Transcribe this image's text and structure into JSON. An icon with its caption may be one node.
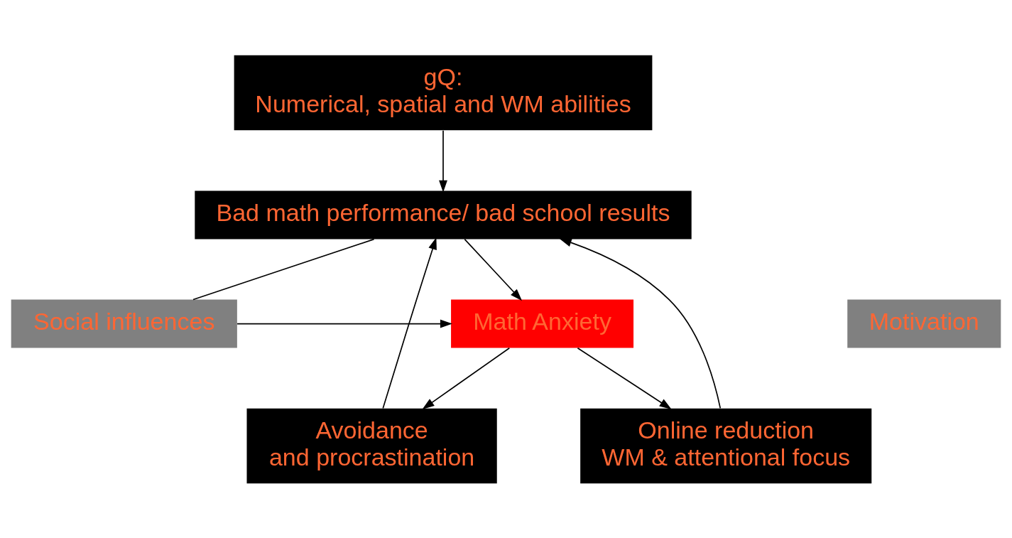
{
  "diagram": {
    "nodes": [
      {
        "text": [
          "gQ: Numerical, spatial and WM abilities"
        ]
      },
      {
        "text": [
          "Bad math performance/ bad school results"
        ]
      },
      {
        "text": [
          "Motivation"
        ]
      },
      {
        "text": [
          "Math Anxiety"
        ]
      },
      {
        "text": [
          "Social influences"
        ]
      },
      {
        "text": [
          "Avoidance and procrastination"
        ]
      },
      {
        "text": [
          "Online reduction WM & attentional focus"
        ]
      }
    ],
    "edges": [
      {
        "from": 0,
        "to": 1,
        "arrow": "to"
      },
      {
        "from": 1,
        "to": 3,
        "arrow": "to"
      },
      {
        "from": 4,
        "to": 3,
        "arrow": "to"
      },
      {
        "from": 3,
        "to": 5,
        "arrow": "to"
      },
      {
        "from": 3,
        "to": 6,
        "arrow": "to"
      },
      {
        "from": 5,
        "to": 1,
        "arrow": "to"
      },
      {
        "from": 6,
        "to": 1,
        "arrow": "to"
      },
      {
        "from": 4,
        "to": 1,
        "arrow": "none"
      }
    ]
  }
}
